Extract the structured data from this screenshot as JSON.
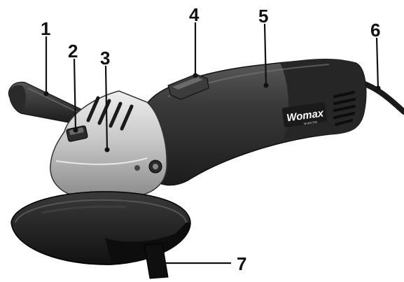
{
  "callouts": [
    {
      "id": "1",
      "label": "1"
    },
    {
      "id": "2",
      "label": "2"
    },
    {
      "id": "3",
      "label": "3"
    },
    {
      "id": "4",
      "label": "4"
    },
    {
      "id": "5",
      "label": "5"
    },
    {
      "id": "6",
      "label": "6"
    },
    {
      "id": "7",
      "label": "7"
    }
  ],
  "brand": {
    "name": "Womax",
    "model": "W-WS 500"
  },
  "colors": {
    "body": "#2f2f2f",
    "body_highlight": "#555555",
    "head": "#bdbdbd",
    "head_highlight": "#e6e6e6",
    "guard": "#1e1e1e",
    "leader": "#111111"
  }
}
